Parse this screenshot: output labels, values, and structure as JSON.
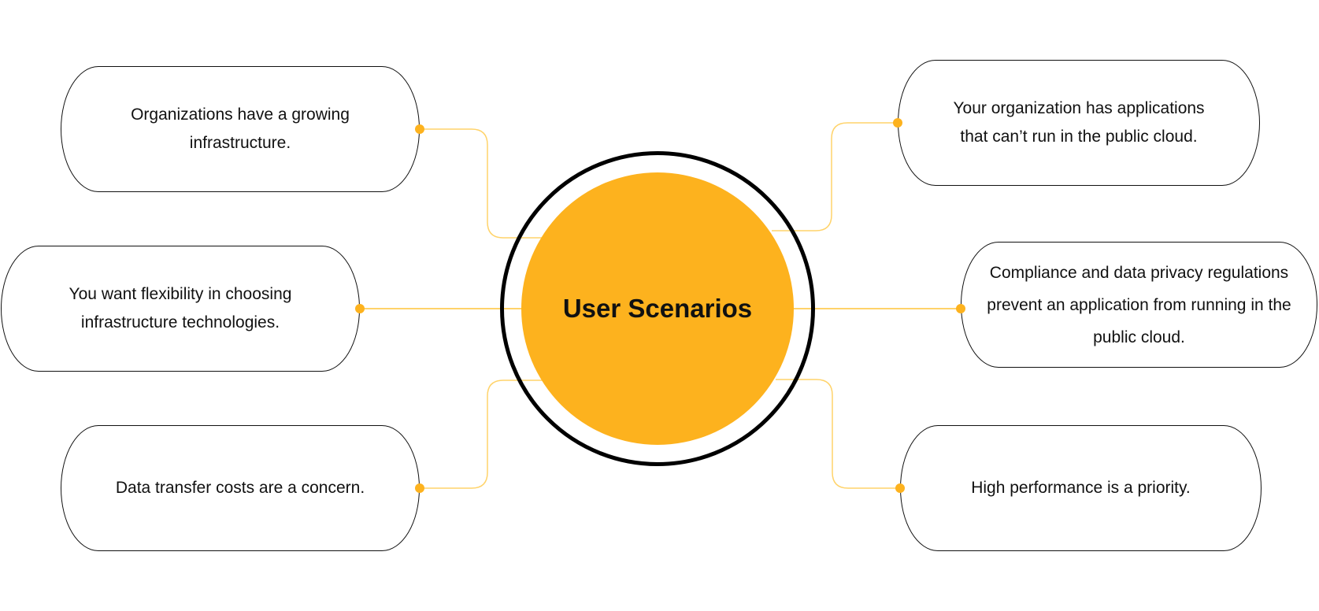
{
  "center": {
    "title": "User Scenarios"
  },
  "colors": {
    "accent": "#FDB21E",
    "connector": "#FFD36A",
    "border": "#111111"
  },
  "scenarios_left": [
    {
      "text": "Organizations have a growing infrastructure."
    },
    {
      "text": "You want flexibility in choosing infrastructure technologies."
    },
    {
      "text": "Data transfer costs are a concern."
    }
  ],
  "scenarios_right": [
    {
      "text": "Your organization has applications that can’t run in the public cloud."
    },
    {
      "text": "Compliance and data privacy regulations prevent an application from running in the public cloud."
    },
    {
      "text": "High performance is a priority."
    }
  ]
}
